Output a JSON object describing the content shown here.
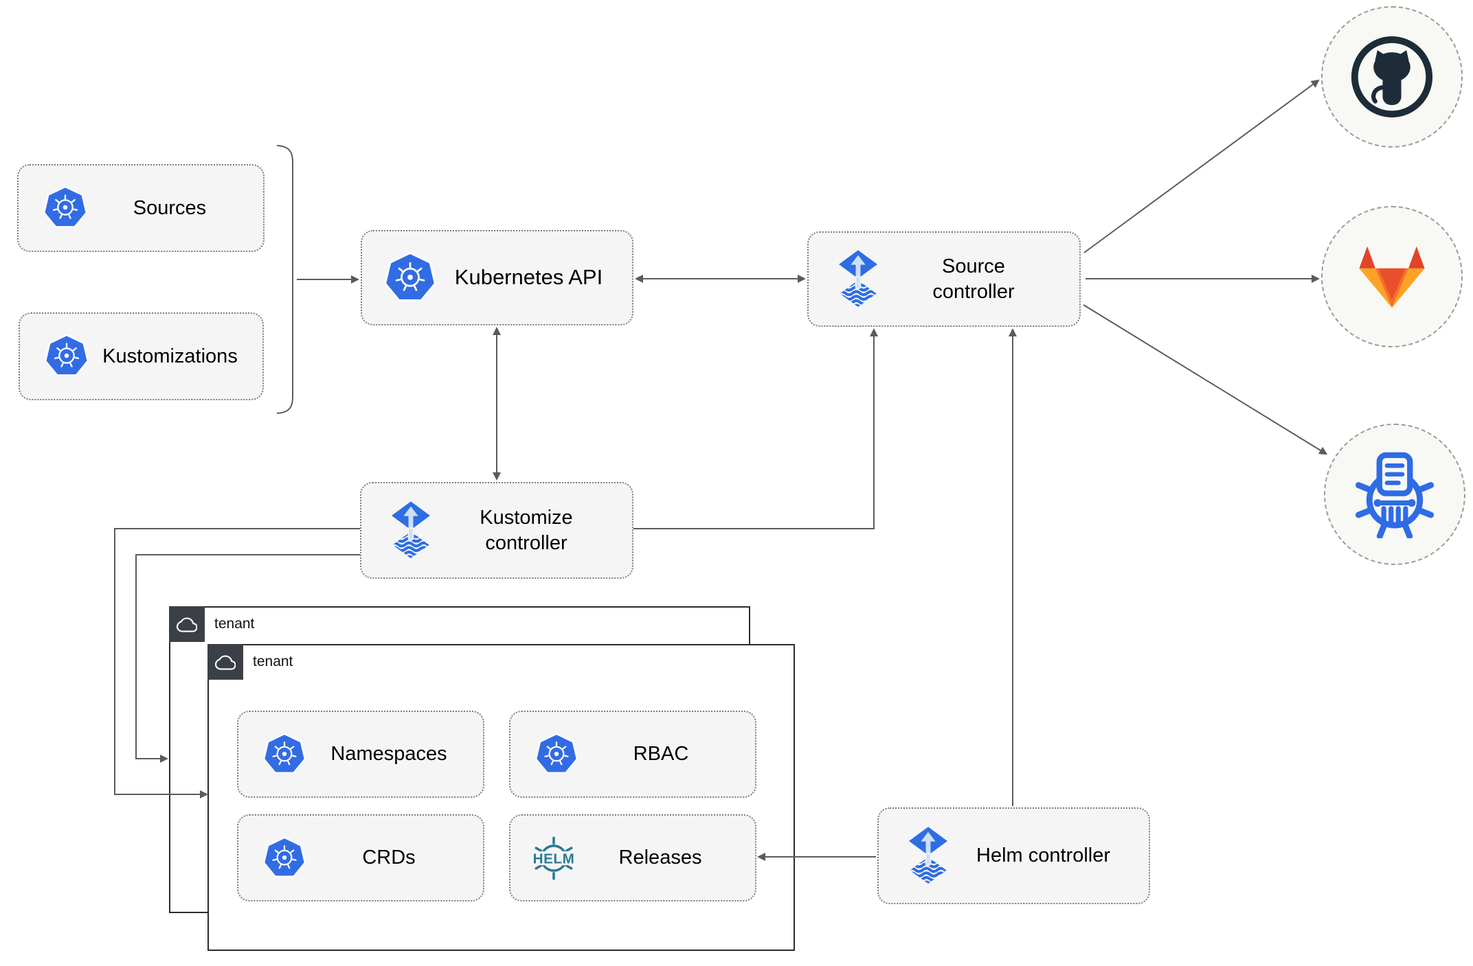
{
  "diagram": {
    "nodes": {
      "sources": {
        "label": "Sources",
        "icon": "kubernetes-icon"
      },
      "kustomizations": {
        "label": "Kustomizations",
        "icon": "kubernetes-icon"
      },
      "kubernetes_api": {
        "label": "Kubernetes API",
        "icon": "kubernetes-icon"
      },
      "source_controller": {
        "label": "Source controller",
        "icon": "flux-icon"
      },
      "kustomize_controller": {
        "label": "Kustomize controller",
        "icon": "flux-icon"
      },
      "helm_controller": {
        "label": "Helm controller",
        "icon": "flux-icon"
      },
      "namespaces": {
        "label": "Namespaces",
        "icon": "kubernetes-icon"
      },
      "rbac": {
        "label": "RBAC",
        "icon": "kubernetes-icon"
      },
      "crds": {
        "label": "CRDs",
        "icon": "kubernetes-icon"
      },
      "releases": {
        "label": "Releases",
        "icon": "helm-icon"
      }
    },
    "groups": {
      "tenant_back": {
        "label": "tenant",
        "icon": "cloud-icon"
      },
      "tenant_front": {
        "label": "tenant",
        "icon": "cloud-icon"
      }
    },
    "external_endpoints": {
      "github": {
        "icon": "github-logo"
      },
      "gitlab": {
        "icon": "gitlab-logo"
      },
      "helm_repository": {
        "icon": "helm-repository-logo"
      }
    },
    "edges": [
      {
        "from": "sources_kustomizations_bracket",
        "to": "kubernetes_api",
        "style": "arrow"
      },
      {
        "from": "kubernetes_api",
        "to": "source_controller",
        "style": "bidirectional"
      },
      {
        "from": "kubernetes_api",
        "to": "kustomize_controller",
        "style": "bidirectional"
      },
      {
        "from": "kustomize_controller",
        "to": "source_controller",
        "style": "arrow"
      },
      {
        "from": "helm_controller",
        "to": "source_controller",
        "style": "arrow"
      },
      {
        "from": "source_controller",
        "to": "github",
        "style": "arrow"
      },
      {
        "from": "source_controller",
        "to": "gitlab",
        "style": "arrow"
      },
      {
        "from": "source_controller",
        "to": "helm_repository",
        "style": "arrow"
      },
      {
        "from": "kustomize_controller",
        "to": "tenant_front",
        "style": "arrow"
      },
      {
        "from": "kustomize_controller",
        "to": "tenant_back",
        "style": "arrow"
      },
      {
        "from": "helm_controller",
        "to": "releases",
        "style": "arrow"
      }
    ],
    "colors": {
      "node_fill": "#f5f5f5",
      "node_border": "#7d7d7d",
      "connector": "#5b5b5b",
      "tenant_border": "#2b2b2b",
      "tenant_badge": "#3a4045",
      "kubernetes_blue": "#326ce5",
      "flux_blue": "#2e6de4",
      "flux_arrow_light": "#cfdff7",
      "helm_teal": "#2b7b94",
      "github_dark": "#1d2c38",
      "gitlab_red": "#e24329",
      "gitlab_orange": "#fc6d26",
      "gitlab_light_orange": "#fca326",
      "endpoint_fill": "#f8f8f4",
      "endpoint_border": "#9b9b9b"
    }
  }
}
